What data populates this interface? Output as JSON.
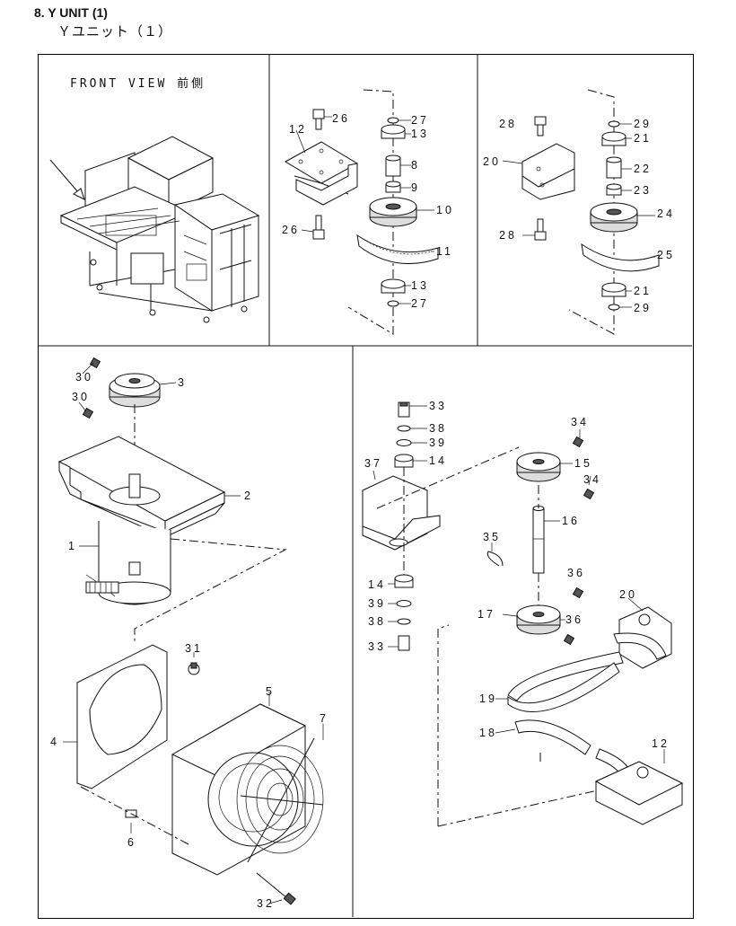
{
  "header": {
    "title": "8.  Y UNIT (1)",
    "subtitle": "Ｙユニット（１）"
  },
  "front_view": {
    "label": "FRONT VIEW 前側"
  },
  "parts": {
    "p1": "1",
    "p2": "2",
    "p3": "3",
    "p4": "4",
    "p5": "5",
    "p6": "6",
    "p7": "7",
    "p8": "8",
    "p9": "9",
    "p10": "10",
    "p11": "11",
    "p12a": "12",
    "p12b": "12",
    "p13a": "13",
    "p13b": "13",
    "p14a": "14",
    "p14b": "14",
    "p15": "15",
    "p16": "16",
    "p17": "17",
    "p18": "18",
    "p19": "19",
    "p20a": "20",
    "p20b": "20",
    "p21a": "21",
    "p21b": "21",
    "p22": "22",
    "p23": "23",
    "p24": "24",
    "p25": "25",
    "p26a": "26",
    "p26b": "26",
    "p27a": "27",
    "p27b": "27",
    "p28a": "28",
    "p28b": "28",
    "p29a": "29",
    "p29b": "29",
    "p30a": "30",
    "p30b": "30",
    "p31": "31",
    "p32": "32",
    "p33a": "33",
    "p33b": "33",
    "p34a": "34",
    "p34b": "34",
    "p35": "35",
    "p36a": "36",
    "p36b": "36",
    "p37": "37",
    "p38a": "38",
    "p38b": "38",
    "p39a": "39",
    "p39b": "39"
  }
}
